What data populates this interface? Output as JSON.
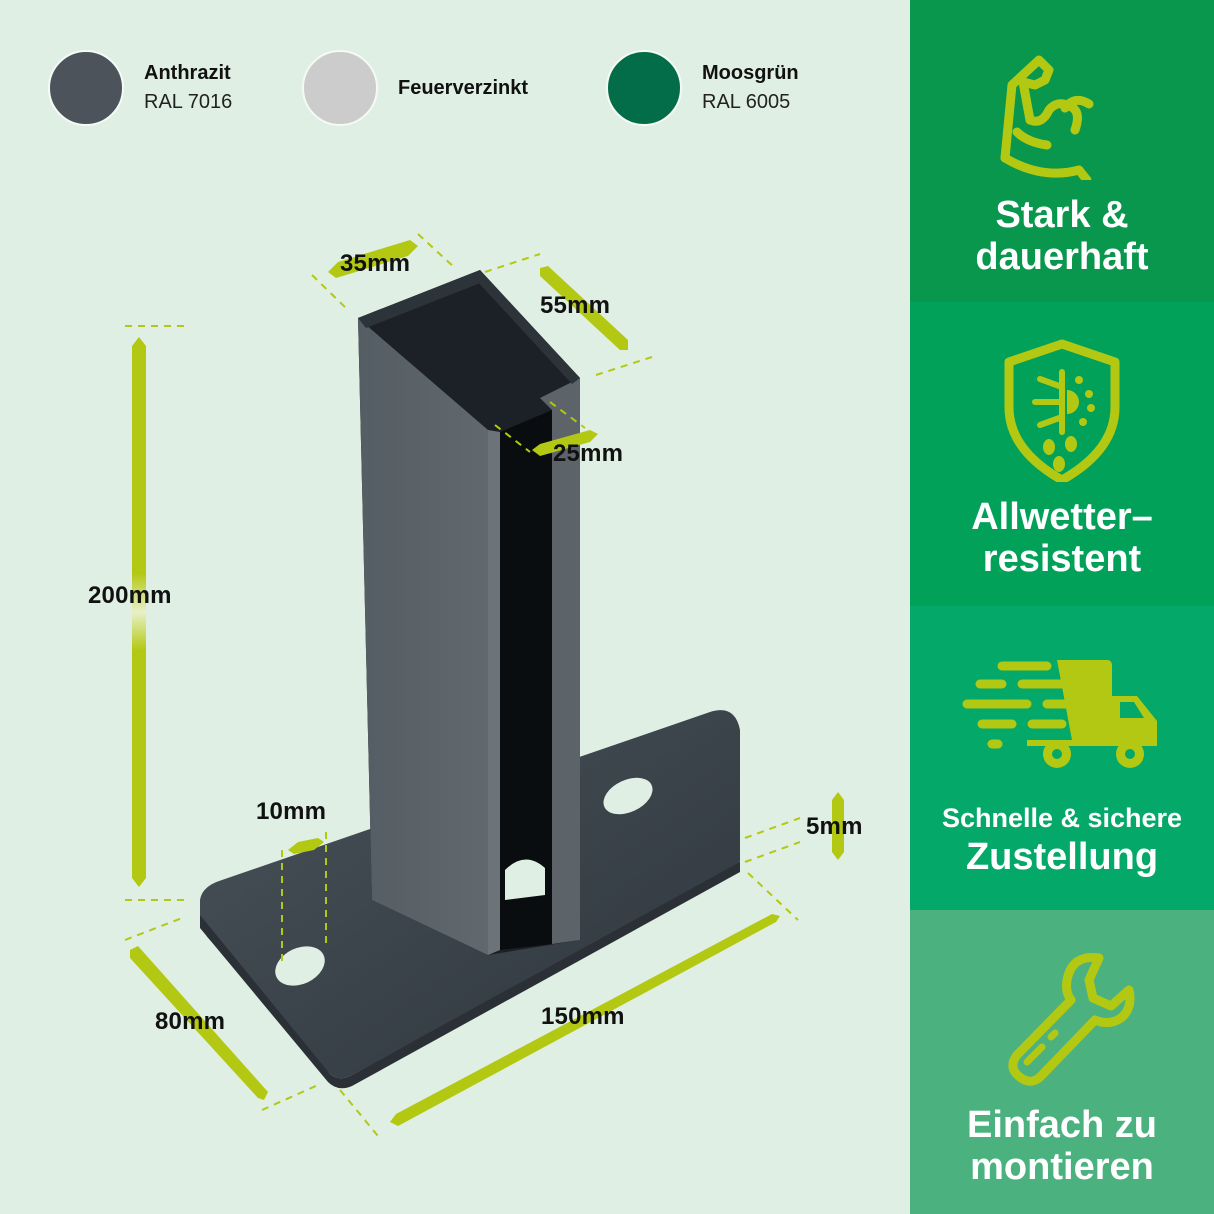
{
  "colors": {
    "background": "#e0efe4",
    "accent_lime": "#b3c812",
    "anthrazit": "#4c535a",
    "feuerverzinkt": "#cccccc",
    "moosgruen": "#036d4a",
    "tile_1": "#09964d",
    "tile_2": "#02a15a",
    "tile_3": "#04a868",
    "tile_4": "#4bb27f"
  },
  "swatches": [
    {
      "name": "Anthrazit",
      "code": "RAL 7016",
      "icon": "color-dot-anthrazit"
    },
    {
      "name": "Feuerverzinkt",
      "code": "",
      "icon": "color-dot-galvanized"
    },
    {
      "name": "Moosgrün",
      "code": "RAL 6005",
      "icon": "color-dot-moss-green"
    }
  ],
  "dimensions": {
    "width_top": "35mm",
    "depth_top": "55mm",
    "slot": "25mm",
    "height": "200mm",
    "hole": "10mm",
    "plate_thickness": "5mm",
    "plate_depth": "80mm",
    "plate_length": "150mm"
  },
  "features": [
    {
      "line1": "Stark &",
      "line2": "dauerhaft",
      "icon": "flexed-arm-icon"
    },
    {
      "line1": "Allwetter–",
      "line2": "resistent",
      "icon": "weather-shield-icon"
    },
    {
      "line1": "Schnelle & sichere",
      "line2": "Zustellung",
      "icon": "delivery-truck-icon"
    },
    {
      "line1": "Einfach zu",
      "line2": "montieren",
      "icon": "wrench-icon"
    }
  ]
}
